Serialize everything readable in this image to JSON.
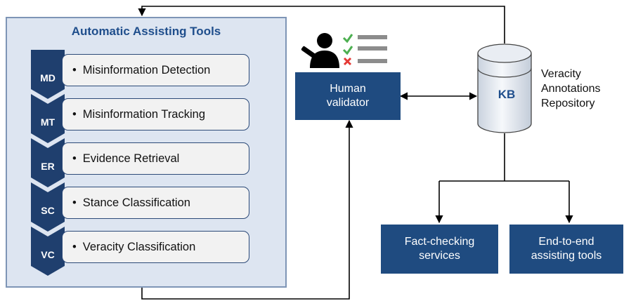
{
  "panel": {
    "title": "Automatic Assisting Tools",
    "steps": [
      {
        "code": "MD",
        "bullet": "•",
        "label": "Misinformation Detection"
      },
      {
        "code": "MT",
        "bullet": "•",
        "label": "Misinformation Tracking"
      },
      {
        "code": "ER",
        "bullet": "•",
        "label": "Evidence Retrieval"
      },
      {
        "code": "SC",
        "bullet": "•",
        "label": "Stance Classification"
      },
      {
        "code": "VC",
        "bullet": "•",
        "label": "Veracity Classification"
      }
    ]
  },
  "validator": {
    "line1": "Human",
    "line2": "validator",
    "icon": "person-with-checklist-icon"
  },
  "kb": {
    "label": "KB",
    "icon": "database-cylinder-icon"
  },
  "repository": {
    "line1": "Veracity",
    "line2": "Annotations",
    "line3": "Repository"
  },
  "outputs": [
    {
      "line1": "Fact-checking",
      "line2": "services"
    },
    {
      "line1": "End-to-end",
      "line2": "assisting tools"
    }
  ],
  "colors": {
    "box_fill": "#1f4b80",
    "panel_fill": "#dde5f1",
    "panel_border": "#7e95b6",
    "chevron_fill": "#1f3f6e",
    "title_color": "#1f4e8c",
    "check_green": "#4caf50",
    "cross_red": "#e53935"
  }
}
